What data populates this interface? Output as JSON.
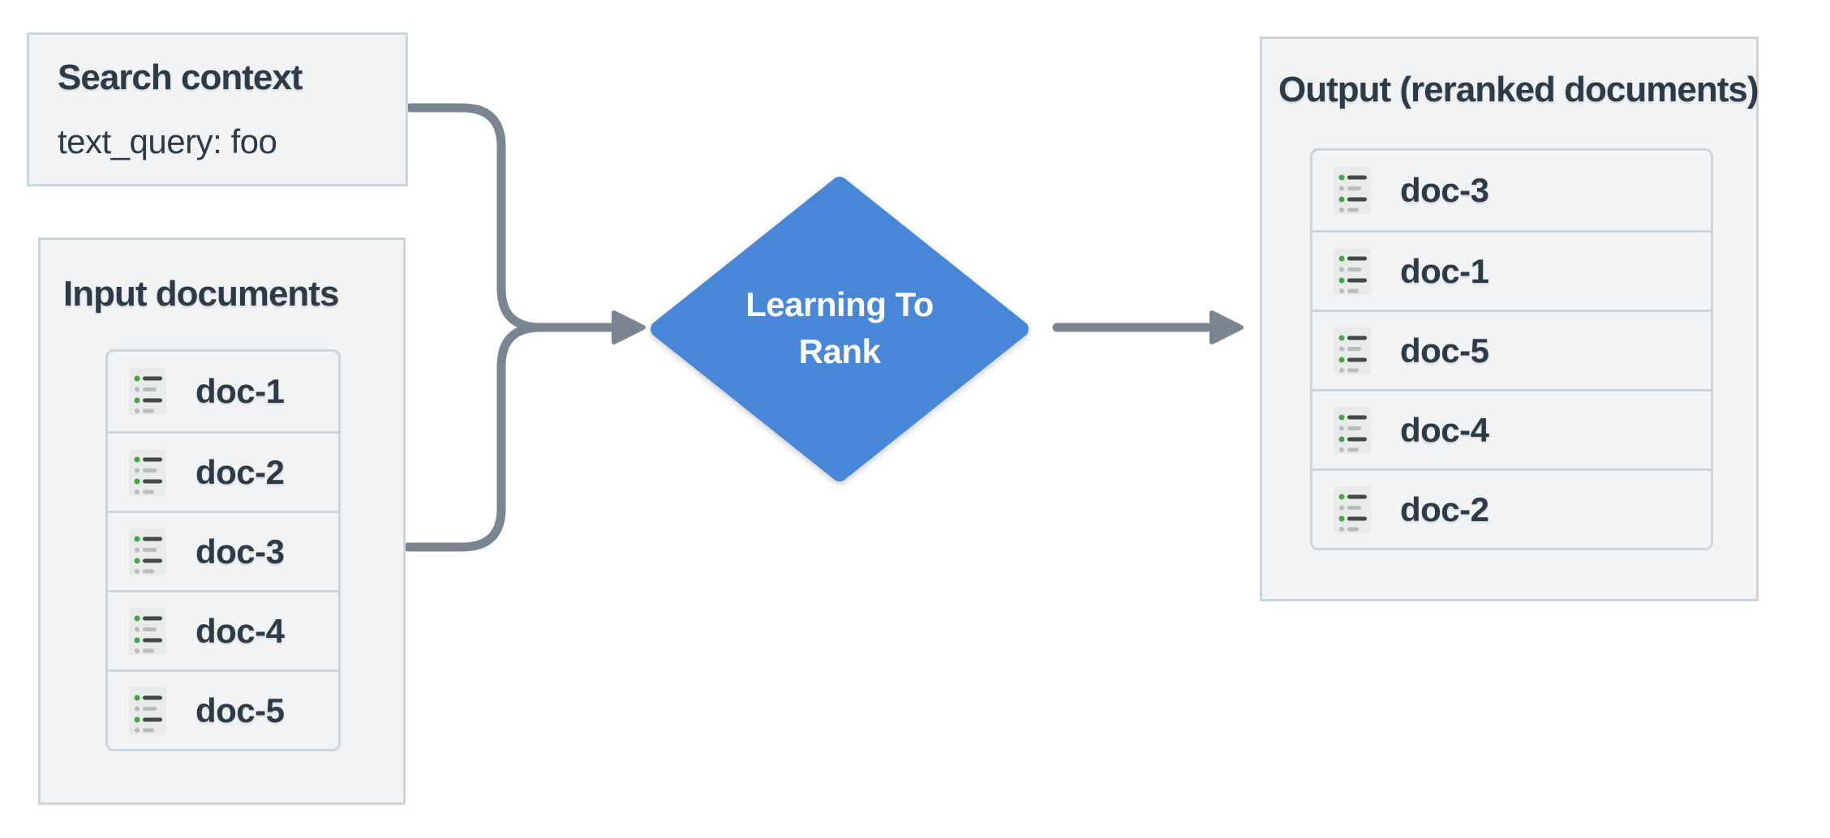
{
  "colors": {
    "background": "#ffffff",
    "box_fill": "#f1f3f5",
    "box_border": "#cbd5dd",
    "text_dark": "#2d3b48",
    "arrow_gray": "#7a8591",
    "diamond_blue": "#4886d7",
    "diamond_text": "#ffffff",
    "icon_bg": "#e9eaea",
    "icon_green": "#46a546",
    "icon_dark": "#43484b",
    "icon_gray": "#b9bcbd"
  },
  "search_context": {
    "title": "Search context",
    "query": "text_query: foo"
  },
  "input_documents": {
    "title": "Input documents",
    "items": [
      {
        "icon": "list-icon",
        "label": "doc-1"
      },
      {
        "icon": "list-icon",
        "label": "doc-2"
      },
      {
        "icon": "list-icon",
        "label": "doc-3"
      },
      {
        "icon": "list-icon",
        "label": "doc-4"
      },
      {
        "icon": "list-icon",
        "label": "doc-5"
      }
    ]
  },
  "diamond": {
    "label": "Learning To Rank",
    "line1": "Learning To",
    "line2": "Rank"
  },
  "output_documents": {
    "title": "Output (reranked documents)",
    "items": [
      {
        "icon": "list-icon",
        "label": "doc-3"
      },
      {
        "icon": "list-icon",
        "label": "doc-1"
      },
      {
        "icon": "list-icon",
        "label": "doc-5"
      },
      {
        "icon": "list-icon",
        "label": "doc-4"
      },
      {
        "icon": "list-icon",
        "label": "doc-2"
      }
    ]
  }
}
